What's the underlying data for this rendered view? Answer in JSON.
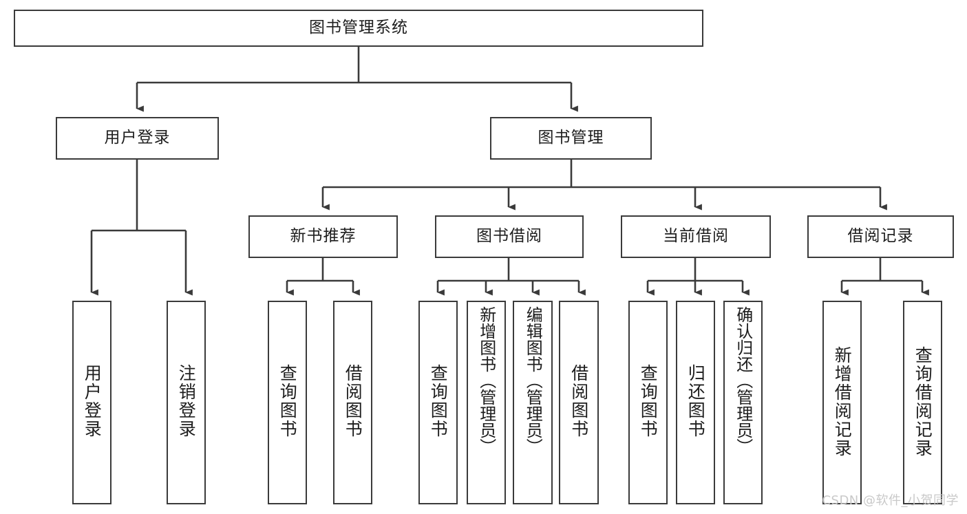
{
  "diagram": {
    "type": "tree",
    "title": "图书管理系统",
    "root": {
      "label": "图书管理系统"
    },
    "level2": [
      {
        "label": "用户登录"
      },
      {
        "label": "图书管理"
      }
    ],
    "level3": [
      {
        "label": "新书推荐"
      },
      {
        "label": "图书借阅"
      },
      {
        "label": "当前借阅"
      },
      {
        "label": "借阅记录"
      }
    ],
    "leaves": {
      "user_login": [
        {
          "label": "用户登录"
        },
        {
          "label": "注销登录"
        }
      ],
      "new_book": [
        {
          "label": "查询图书"
        },
        {
          "label": "借阅图书"
        }
      ],
      "book_borrow": [
        {
          "label": "查询图书"
        },
        {
          "label": "新增图书（管理员）"
        },
        {
          "label": "编辑图书（管理员）"
        },
        {
          "label": "借阅图书"
        }
      ],
      "current_borrow": [
        {
          "label": "查询图书"
        },
        {
          "label": "归还图书"
        },
        {
          "label": "确认归还（管理员）"
        }
      ],
      "borrow_record": [
        {
          "label": "新增借阅记录"
        },
        {
          "label": "查询借阅记录"
        }
      ]
    }
  },
  "watermark": {
    "text": "CSDN @软件_小贺同学"
  },
  "colors": {
    "border": "#3a3a3a",
    "text": "#1d1d1d",
    "background": "#ffffff",
    "watermark": "#c9c9c9"
  }
}
